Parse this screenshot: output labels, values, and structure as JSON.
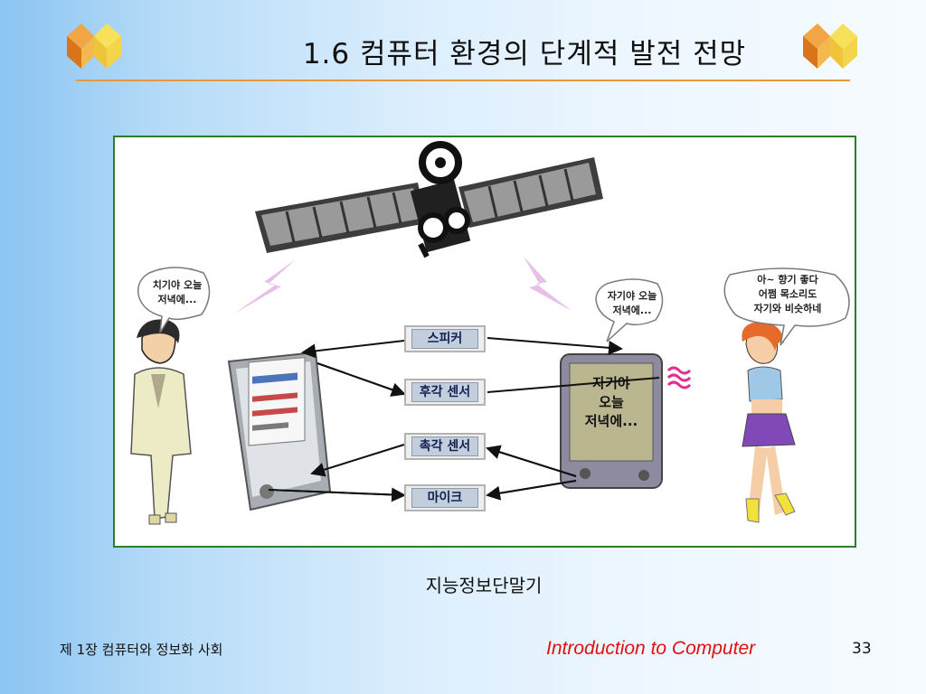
{
  "slide": {
    "title": "1.6 컴퓨터 환경의 단계적 발전 전망",
    "caption": "지능정보단말기",
    "footer_left": "제 1장 컴퓨터와 정보화 사회",
    "footer_right": "Introduction to Computer",
    "page_number": "33"
  },
  "figure": {
    "boxes": [
      "스피커",
      "후각 센서",
      "촉각 센서",
      "마이크"
    ],
    "bubble_man": [
      "치기야 오늘",
      "저녁에..."
    ],
    "bubble_device": [
      "자기야 오늘",
      "저녁에..."
    ],
    "bubble_woman": [
      "아~ 향기 좋다",
      "어쩜 목소리도",
      "자기와 비슷하네"
    ],
    "device_screen": [
      "자기야",
      "오늘",
      "저녁에..."
    ]
  },
  "colors": {
    "title_underline": "#e39a3c",
    "figure_border": "#2a7f2a",
    "footer_right": "#e01010"
  }
}
